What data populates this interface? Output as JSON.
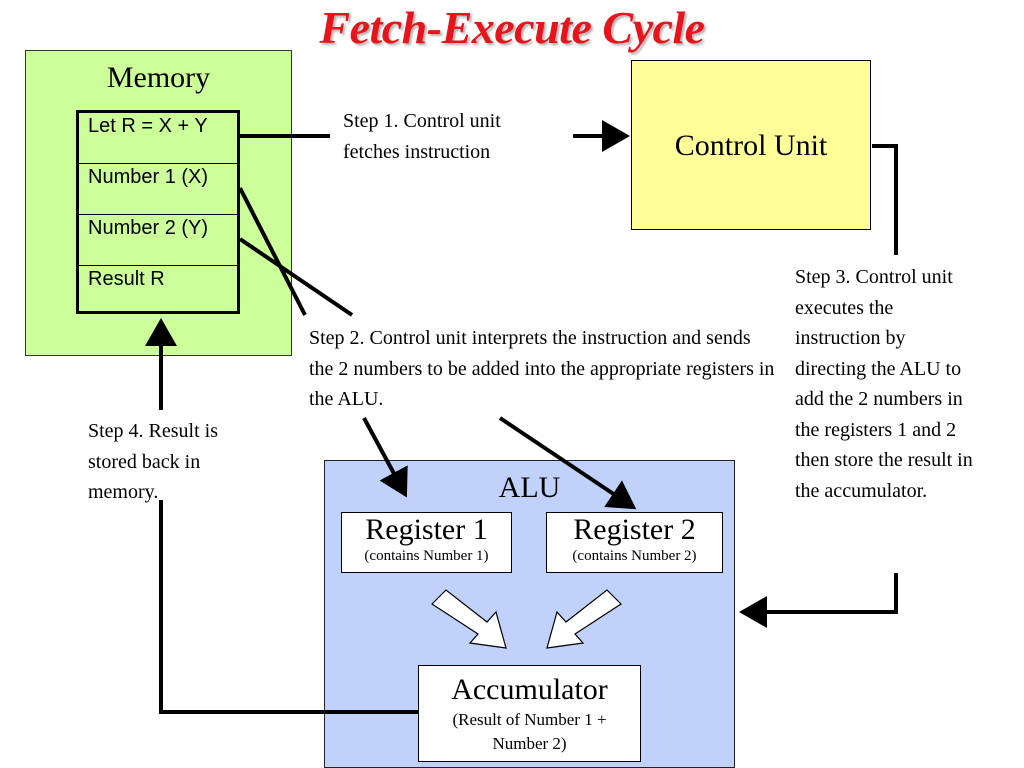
{
  "title": "Fetch-Execute Cycle",
  "colors": {
    "title": "#e8141c",
    "memory_fill": "#ccff99",
    "control_unit_fill": "#ffff99",
    "alu_fill": "#c0d2fa",
    "register_fill": "#ffffff",
    "line": "#000000"
  },
  "memory": {
    "label": "Memory",
    "cells": [
      {
        "text": "Let R = X + Y"
      },
      {
        "text": "Number 1 (X)"
      },
      {
        "text": "Number 2 (Y)"
      },
      {
        "text": "Result R"
      }
    ]
  },
  "control_unit": {
    "label": "Control Unit"
  },
  "alu": {
    "label": "ALU",
    "register1": {
      "title": "Register 1",
      "subtitle": "(contains Number 1)"
    },
    "register2": {
      "title": "Register 2",
      "subtitle": "(contains Number 2)"
    },
    "accumulator": {
      "title": "Accumulator",
      "subtitle": "(Result of Number 1 + Number 2)"
    }
  },
  "steps": {
    "step1": "Step 1. Control unit fetches instruction",
    "step2": "Step 2. Control unit interprets the instruction and sends the 2 numbers to be added into the appropriate registers in the ALU.",
    "step3": "Step 3. Control unit executes the instruction by directing the ALU to add the 2 numbers in the registers 1 and 2 then store the result in the accumulator.",
    "step4": "Step 4. Result is stored back in memory."
  }
}
